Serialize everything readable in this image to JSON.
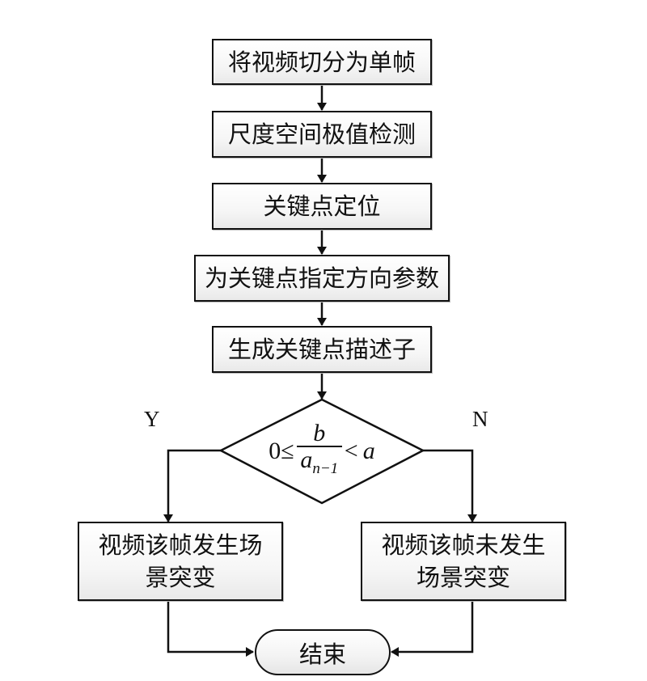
{
  "diagram": {
    "type": "flowchart",
    "steps": [
      {
        "id": "split-frames",
        "label": "将视频切分为单帧"
      },
      {
        "id": "scale-space-extrema",
        "label": "尺度空间极值检测"
      },
      {
        "id": "keypoint-localization",
        "label": "关键点定位"
      },
      {
        "id": "orientation-assignment",
        "label": "为关键点指定方向参数"
      },
      {
        "id": "descriptor-generation",
        "label": "生成关键点描述子"
      }
    ],
    "decision": {
      "lhs": "0",
      "op1": "≤",
      "numerator": "b",
      "denominator_base": "a",
      "denominator_sub": "n−1",
      "op2": "<",
      "rhs": "a",
      "yes_label": "Y",
      "no_label": "N"
    },
    "outcomes": {
      "yes": {
        "line1": "视频该帧发生场",
        "line2": "景突变"
      },
      "no": {
        "line1": "视频该帧未发生",
        "line2": "场景突变"
      }
    },
    "end": {
      "label": "结束"
    },
    "edges": [
      {
        "from": "split-frames",
        "to": "scale-space-extrema"
      },
      {
        "from": "scale-space-extrema",
        "to": "keypoint-localization"
      },
      {
        "from": "keypoint-localization",
        "to": "orientation-assignment"
      },
      {
        "from": "orientation-assignment",
        "to": "descriptor-generation"
      },
      {
        "from": "descriptor-generation",
        "to": "decision"
      },
      {
        "from": "decision",
        "to": "outcome-yes",
        "label": "Y"
      },
      {
        "from": "decision",
        "to": "outcome-no",
        "label": "N"
      },
      {
        "from": "outcome-yes",
        "to": "end"
      },
      {
        "from": "outcome-no",
        "to": "end"
      }
    ]
  }
}
